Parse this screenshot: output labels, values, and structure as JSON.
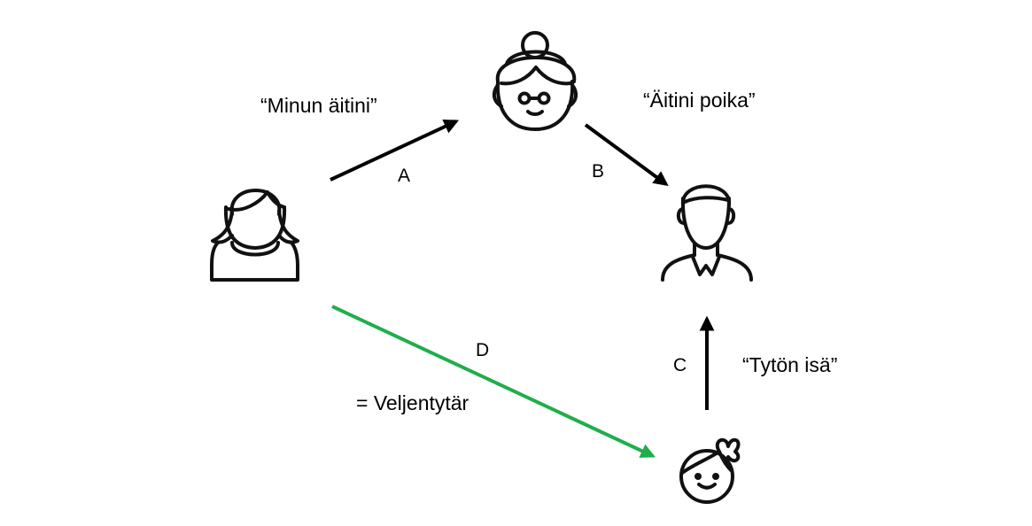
{
  "quotes": {
    "my_mother": "“Minun äitini”",
    "mothers_son": "“Äitini poika”",
    "girls_father": "“Tytön isä”"
  },
  "edges": {
    "a": "A",
    "b": "B",
    "c": "C",
    "d": "D"
  },
  "result": "= Veljentytär",
  "colors": {
    "arrow": "#000000",
    "highlight_arrow": "#1fae4b"
  },
  "icons": {
    "self": "woman-icon",
    "mother": "grandmother-icon",
    "brother": "man-icon",
    "niece": "girl-icon"
  }
}
